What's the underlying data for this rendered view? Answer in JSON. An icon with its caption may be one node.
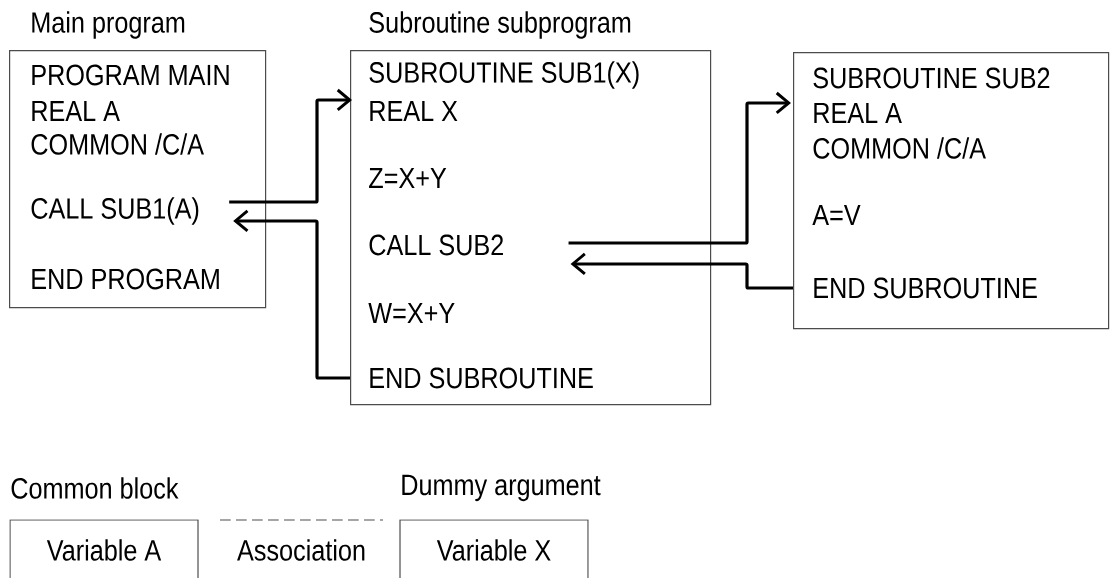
{
  "diagram": {
    "nodes": [
      {
        "text": [
          "Main program"
        ]
      },
      {
        "text": [
          "PROGRAM MAIN"
        ],
        "in": 0
      },
      {
        "text": [
          "REAL A"
        ],
        "in": 0
      },
      {
        "text": [
          "COMMON /C/A"
        ],
        "in": 0
      },
      {
        "text": [
          "CALL SUB1(A)"
        ],
        "in": 0
      },
      {
        "text": [
          "END PROGRAM"
        ],
        "in": 0
      },
      {
        "text": [
          "Subroutine subprogram"
        ]
      },
      {
        "text": [
          "SUBROUTINE SUB1(X)"
        ],
        "in": 6
      },
      {
        "text": [
          "REAL X"
        ],
        "in": 6
      },
      {
        "text": [
          "Z=X+Y"
        ],
        "in": 6
      },
      {
        "text": [
          "CALL SUB2"
        ],
        "in": 6
      },
      {
        "text": [
          "W=X+Y"
        ],
        "in": 6
      },
      {
        "text": [
          "END SUBROUTINE"
        ],
        "in": 6
      },
      {
        "text": [],
        "shape": "box"
      },
      {
        "text": [
          "SUBROUTINE SUB2"
        ],
        "in": 13
      },
      {
        "text": [
          "REAL A"
        ],
        "in": 13
      },
      {
        "text": [
          "COMMON /C/A"
        ],
        "in": 13
      },
      {
        "text": [
          "A=V"
        ],
        "in": 13
      },
      {
        "text": [
          "END SUBROUTINE"
        ],
        "in": 13
      },
      {
        "text": [
          "Common block",
          "Variable A"
        ]
      },
      {
        "text": [
          "Association"
        ]
      },
      {
        "text": [
          "Dummy argument",
          "Variable X"
        ]
      }
    ],
    "edges": [
      {
        "from": 4,
        "to": 7,
        "arrow": "to"
      },
      {
        "from": 12,
        "to": 4,
        "arrow": "to"
      },
      {
        "from": 10,
        "to": 14,
        "arrow": "to"
      },
      {
        "from": 18,
        "to": 10,
        "arrow": "to"
      }
    ]
  }
}
